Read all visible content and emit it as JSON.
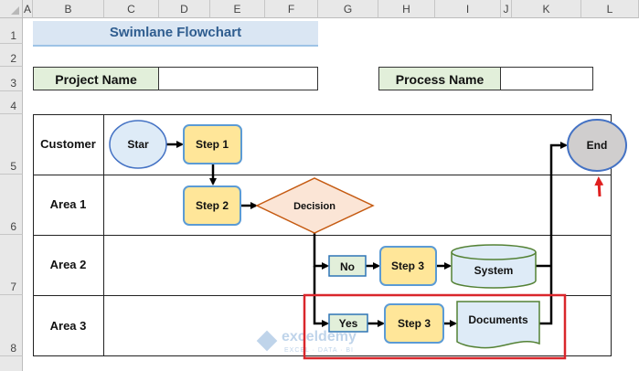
{
  "columns": [
    "A",
    "B",
    "C",
    "D",
    "E",
    "F",
    "G",
    "H",
    "I",
    "J",
    "K",
    "L"
  ],
  "rows": [
    "1",
    "2",
    "3",
    "4",
    "5",
    "6",
    "7",
    "8"
  ],
  "title": "Swimlane Flowchart",
  "project": {
    "label": "Project Name",
    "value": ""
  },
  "process": {
    "label": "Process Name",
    "value": ""
  },
  "lanes": [
    "Customer",
    "Area 1",
    "Area 2",
    "Area 3"
  ],
  "shapes": {
    "start": "Star",
    "step1": "Step 1",
    "step2": "Step 2",
    "decision": "Decision",
    "no": "No",
    "step3_no": "Step 3",
    "system": "System",
    "yes": "Yes",
    "step3_yes": "Step 3",
    "documents": "Documents",
    "end": "End"
  },
  "watermark": {
    "name": "exceldemy",
    "tagline": "EXCEL · DATA · BI"
  },
  "colors": {
    "highlight": "#d9262b",
    "pointer_arrow": "#e02020",
    "process_fill": "#ffe699",
    "process_stroke": "#5b9bd5",
    "decision_fill": "#fbe5d6",
    "decision_stroke": "#c55a11",
    "label_fill": "#e2efda"
  }
}
